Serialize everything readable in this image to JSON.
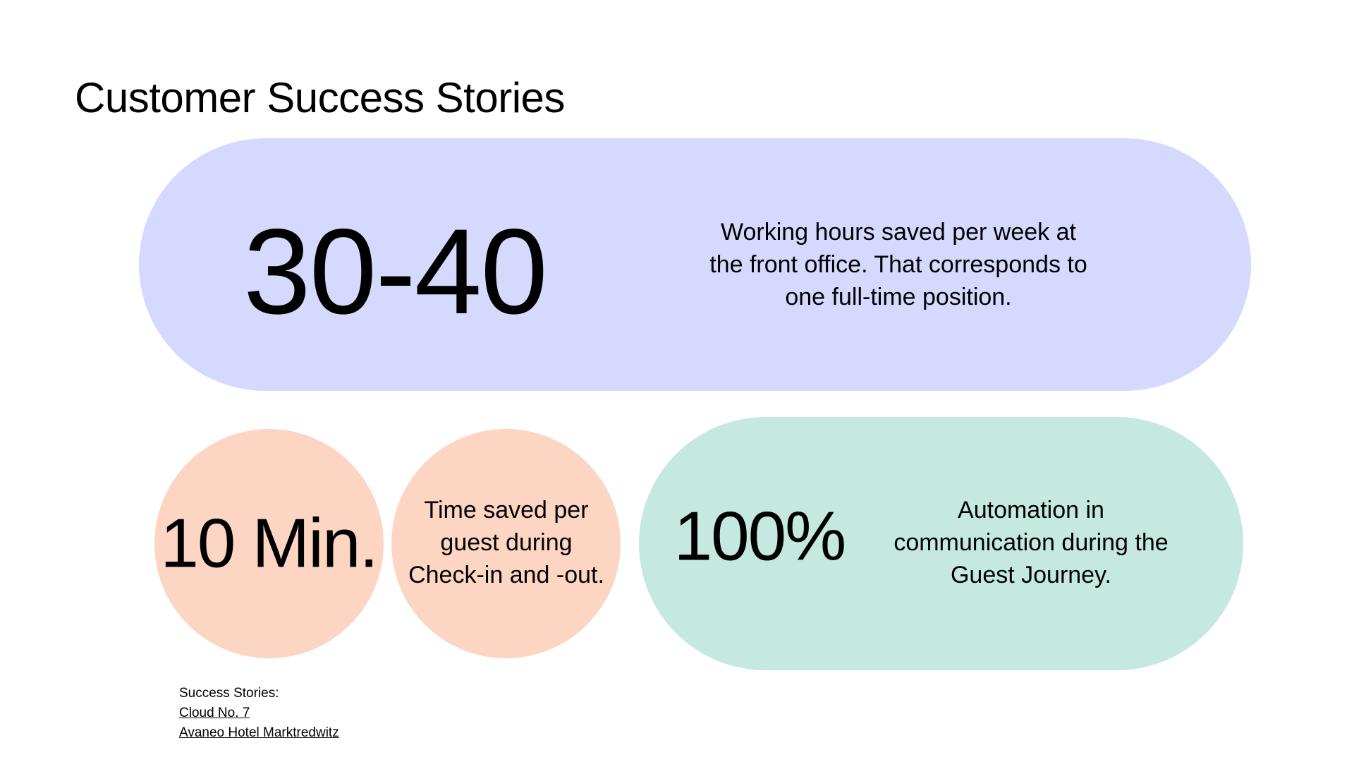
{
  "title": "Customer Success Stories",
  "stats": [
    {
      "value": "30-40",
      "description": "Working hours saved per week at the front office. That corresponds to one full-time position."
    },
    {
      "value": "10 Min.",
      "description": "Time saved per guest during Check-in and -out."
    },
    {
      "value": "100%",
      "description": "Automation in communication during the Guest Journey."
    }
  ],
  "footer": {
    "label": "Success Stories:",
    "links": [
      "Cloud No. 7",
      "Avaneo Hotel Marktredwitz"
    ]
  },
  "colors": {
    "purple": "#d5d9fd",
    "peach": "#fcd5c3",
    "mint": "#c5e8e1"
  }
}
